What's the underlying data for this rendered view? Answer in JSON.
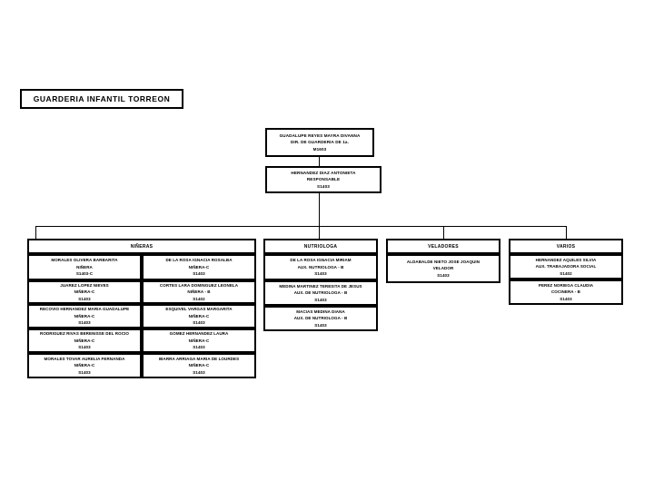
{
  "title": {
    "label": "GUARDERIA INFANTIL TORREON"
  },
  "chain": [
    {
      "name": "root-box",
      "lines": [
        "GUADALUPE REYES MAYRA DIVANNA",
        "DIR. DE GUARDERIA DE 1a.",
        "M1603"
      ]
    },
    {
      "name": "second-box",
      "lines": [
        "HERNANDEZ DIAZ ANTONIETA",
        "RESPONSABLE",
        "S1403"
      ]
    }
  ],
  "groups": [
    {
      "name": "nineras",
      "header": "NIÑERAS",
      "columns": [
        {
          "cells": [
            {
              "lines": [
                "MORALES OLIVERA BARBARITA",
                "NIÑERA",
                "S1403-C"
              ]
            },
            {
              "lines": [
                "JUAREZ LOPEZ NIEVES",
                "NIÑERA-C",
                "S1403"
              ]
            },
            {
              "lines": [
                "RECOVIO HERNANDEZ MARIA GUADALUPE",
                "NIÑERA-C",
                "S1403"
              ]
            },
            {
              "lines": [
                "RODRIGUEZ RIVAS BERENISSE DEL ROCIO",
                "NIÑERA-C",
                "S1403"
              ]
            },
            {
              "lines": [
                "MORALES TOVAR AURELIA FERNANDA",
                "NIÑERA-C",
                "S1403"
              ]
            }
          ]
        },
        {
          "cells": [
            {
              "lines": [
                "DE LA ROSA IGNACIA ROSALBA",
                "NIÑERA-C",
                "S1403"
              ]
            },
            {
              "lines": [
                "CORTES LARA DOMINGUEZ LEONELA",
                "NIÑERA - B",
                "S1402"
              ]
            },
            {
              "lines": [
                "ESQUIVEL VARGAS MARGARITA",
                "NIÑERA-C",
                "S1403"
              ]
            },
            {
              "lines": [
                "GOMEZ HERNANDEZ LAURA",
                "NIÑERA-C",
                "S1403"
              ]
            },
            {
              "lines": [
                "IBARRA ARRIAGA MARIA DE LOURDES",
                "NIÑERA-C",
                "S1403"
              ]
            }
          ]
        }
      ]
    },
    {
      "name": "nutriologa",
      "header": "NUTRIOLOGA",
      "columns": [
        {
          "cells": [
            {
              "lines": [
                "DE LA ROSA IGNACIA MIRIAM",
                "AUX. NUTRIOLOGA - B",
                "S1403"
              ]
            },
            {
              "lines": [
                "MEDINA MARTINEZ TERESITA DE JESUS",
                "AUX. DE NUTRIOLOGA - B",
                "S1403"
              ]
            },
            {
              "lines": [
                "MACIAS MEDINA DIANA",
                "AUX. DE NUTRIOLOGA - B",
                "S1403"
              ]
            }
          ]
        }
      ]
    },
    {
      "name": "veladores",
      "header": "VELADORES",
      "columns": [
        {
          "cells": [
            {
              "lines": [
                "ALDABALDE NIETO JOSE JOAQUIN",
                "VELADOR",
                "S1403"
              ]
            }
          ]
        }
      ]
    },
    {
      "name": "varios",
      "header": "VARIOS",
      "columns": [
        {
          "cells": [
            {
              "lines": [
                "HERNANDEZ AQUILES SILVIA",
                "AUX. TRABAJADORA SOCIAL",
                "S1402"
              ]
            },
            {
              "lines": [
                "PEREZ NORIEGA CLAUDIA",
                "COCINERA - B",
                "S1403"
              ]
            }
          ]
        }
      ]
    }
  ]
}
